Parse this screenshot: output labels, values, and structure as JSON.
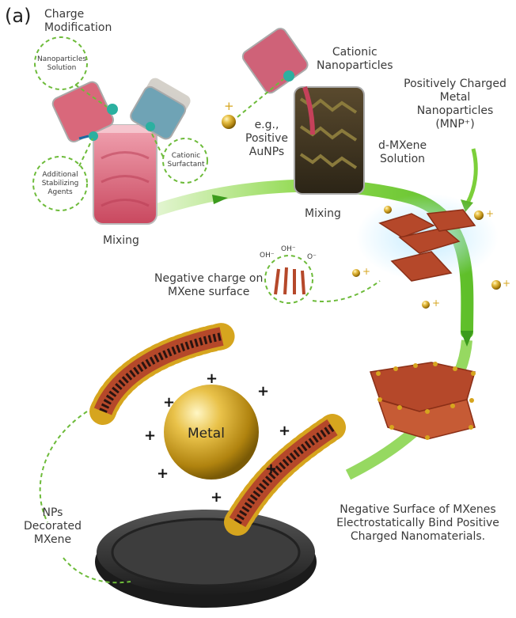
{
  "figure": {
    "panel_letter": "(a)",
    "charge_modification": "Charge\nModification",
    "nanoparticles_solution": "Nanoparticles\nSolution",
    "cationic_surfactant": "Cationic\nSurfactant",
    "additional_stabilizing_agents": "Additional\nStabilizing\nAgents",
    "mixing_left": "Mixing",
    "cationic_nanoparticles": "Cationic\nNanoparticles",
    "positive_aunps": "e.g.,\nPositive\nAuNPs",
    "d_mxene_solution": "d-MXene\nSolution",
    "mixing_center": "Mixing",
    "positively_charged_mnp": "Positively Charged\nMetal\nNanoparticles\n(MNP⁺)",
    "negative_charge": "Negative charge on\nMXene surface",
    "oh_left": "OH⁻",
    "oh_middle": "OH⁻",
    "o_right": "O⁻",
    "metal": "Metal",
    "nps_decorated": "NPs\nDecorated\nMXene",
    "negative_surface": "Negative Surface of MXenes\nElectrostatically Bind Positive\nCharged Nanomaterials.",
    "plus_sign": "+",
    "au_plus": "+"
  },
  "colors": {
    "green_arrow": "#7ccf3a",
    "dashed_green": "#6dbb3a",
    "gold": "#d6a51e",
    "mxene": "#b5482a",
    "liquid_pink": "#d8627a",
    "liquid_blue": "#6fa3b5",
    "dish": "#2e2e2e"
  }
}
